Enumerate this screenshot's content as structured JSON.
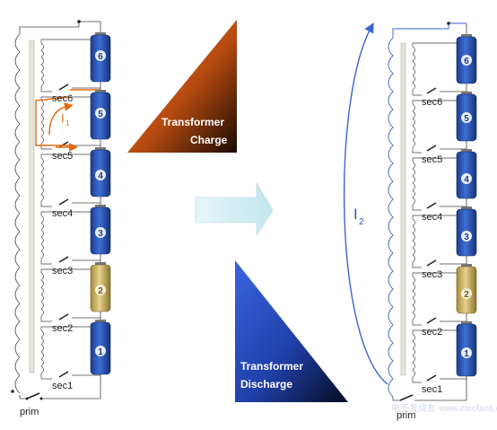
{
  "left_panel": {
    "cells": [
      "6",
      "5",
      "4",
      "3",
      "2",
      "1"
    ],
    "switch_labels": [
      "sec6",
      "sec5",
      "sec4",
      "sec3",
      "sec2",
      "sec1"
    ],
    "prim_label": "prim",
    "current_label": "I",
    "current_sub": "1"
  },
  "right_panel": {
    "cells": [
      "6",
      "5",
      "4",
      "3",
      "2",
      "1"
    ],
    "switch_labels": [
      "sec6",
      "sec5",
      "sec4",
      "sec3",
      "sec2",
      "sec1"
    ],
    "prim_label": "prim",
    "current_label": "I",
    "current_sub": "2"
  },
  "charge_triangle": {
    "line1": "Transformer",
    "line2": "Charge",
    "color": "#d2641c"
  },
  "discharge_triangle": {
    "line1": "Transformer",
    "line2": "Discharge",
    "color": "#2d55c8"
  },
  "arrow": {
    "color": "#d8f0f4"
  },
  "watermark": {
    "text": "电子发烧友 www.elecfans.com"
  }
}
